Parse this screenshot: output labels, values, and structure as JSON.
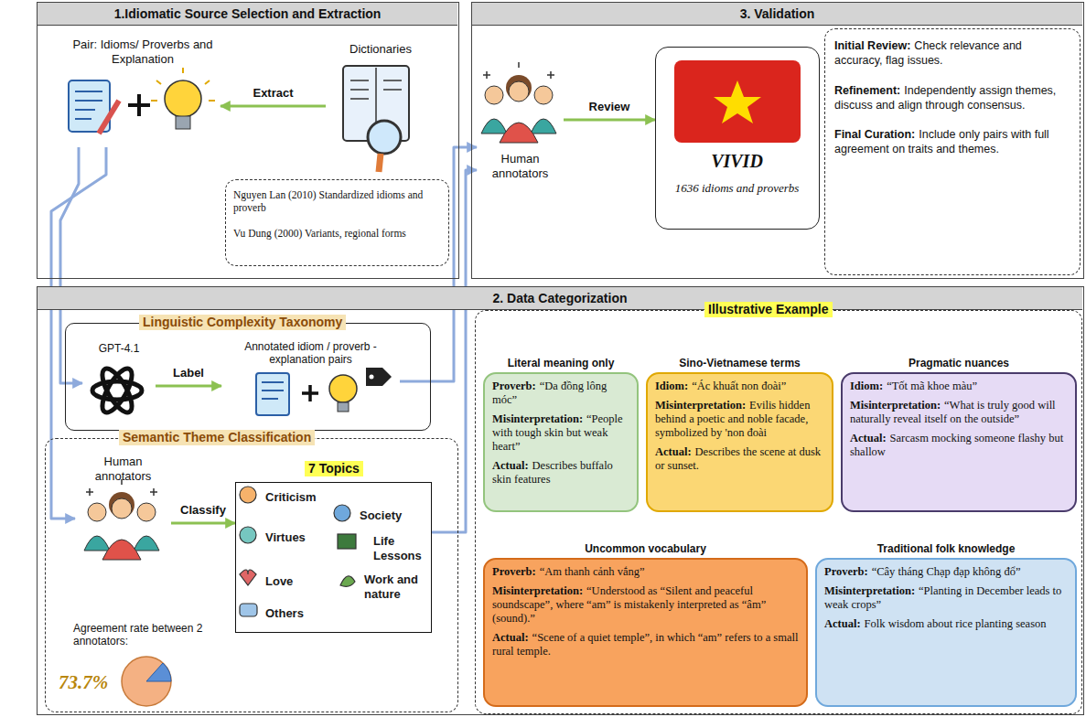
{
  "diagram": {
    "nodes": [
      {
        "text": [
          "1.Idiomatic Source Selection and Extraction"
        ]
      },
      {
        "text": [
          "Pair: Idioms/ Proverbs and Explanation"
        ],
        "in": 0
      },
      {
        "text": [
          "Dictionaries"
        ],
        "in": 0
      },
      {
        "text": [
          "Nguyen Lan (2010) Standardized idioms and proverb",
          "Vu Dung (2000) Variants, regional forms"
        ],
        "in": 0
      },
      {
        "text": [
          "3. Validation"
        ]
      },
      {
        "text": [
          "Human annotators"
        ],
        "in": 4
      },
      {
        "text": [
          "VIVID",
          "1636 idioms and proverbs"
        ],
        "in": 4
      },
      {
        "text": [
          "Initial Review:",
          "Check relevance and accuracy, flag issues.",
          "Refinement:",
          "Independently assign themes, discuss and align through consensus.",
          "Final Curation:",
          "Include only pairs with full agreement on traits and themes."
        ],
        "in": 4
      },
      {
        "text": [
          "2. Data Categorization"
        ]
      },
      {
        "text": [
          "Linguistic Complexity Taxonomy"
        ],
        "in": 8
      },
      {
        "text": [
          "GPT-4.1"
        ],
        "in": 9
      },
      {
        "text": [
          "Annotated idiom / proverb -explanation pairs"
        ],
        "in": 9
      },
      {
        "text": [
          "Semantic Theme Classification",
          "Agreement rate between 2 annotators:",
          "73.7%"
        ],
        "in": 8
      },
      {
        "text": [
          "Human annotators"
        ],
        "in": 12
      },
      {
        "text": [
          "7 Topics",
          "Criticism",
          "Society",
          "Virtues",
          "Life Lessons",
          "Love",
          "Work and nature",
          "Others"
        ],
        "in": 12
      },
      {
        "text": [
          "Illustrative Example"
        ],
        "in": 8
      },
      {
        "text": [
          "Literal meaning only",
          "Proverb:",
          "“Da đồng lông móc”",
          "Misinterpretation:",
          "“People with tough skin but weak heart”",
          "Actual:",
          "Describes buffalo skin features"
        ],
        "in": 15
      },
      {
        "text": [
          "Sino-Vietnamese terms",
          "Idiom:",
          "“Ác khuất non đoài”",
          "Misinterpretation:",
          "Evilis hidden behind a poetic and noble facade, symbolized by 'non đoài",
          "Actual:",
          "Describes the scene at dusk or sunset."
        ],
        "in": 15
      },
      {
        "text": [
          "Pragmatic nuances",
          "Idiom:",
          "“Tốt mã khoe màu”",
          "Misinterpretation:",
          "“What is truly good will naturally reveal itself on the outside”",
          "Actual:",
          "Sarcasm mocking someone flashy but shallow"
        ],
        "in": 15
      },
      {
        "text": [
          "Uncommon vocabulary",
          "Proverb:",
          "“Am thanh cảnh vắng”",
          "Misinterpretation:",
          "“Understood as “Silent and peaceful soundscape”, where “am” is mistakenly interpreted as “âm” (sound).”",
          "Actual:",
          "“Scene of a quiet temple”, in which “am” refers to a small rural temple."
        ],
        "in": 15
      },
      {
        "text": [
          "Traditional folk knowledge",
          "Proverb:",
          "“Cây tháng Chạp đạp không đổ”",
          "Misinterpretation:",
          "“Planting in December leads to weak crops”",
          "Actual:",
          "Folk wisdom about rice planting season"
        ],
        "in": 15
      }
    ],
    "edges": [
      {
        "from": 2,
        "to": 1,
        "label": "Extract",
        "arrow": "to"
      },
      {
        "from": 1,
        "to": 10,
        "arrow": "to"
      },
      {
        "from": 1,
        "to": 13,
        "arrow": "to"
      },
      {
        "from": 11,
        "to": 5,
        "arrow": "to"
      },
      {
        "from": 14,
        "to": 5,
        "arrow": "to"
      },
      {
        "from": 13,
        "to": 14,
        "label": "Classify",
        "arrow": "to"
      },
      {
        "from": 10,
        "to": 11,
        "label": "Label",
        "arrow": "to"
      },
      {
        "from": 5,
        "to": 6,
        "label": "Review",
        "arrow": "to"
      }
    ]
  }
}
